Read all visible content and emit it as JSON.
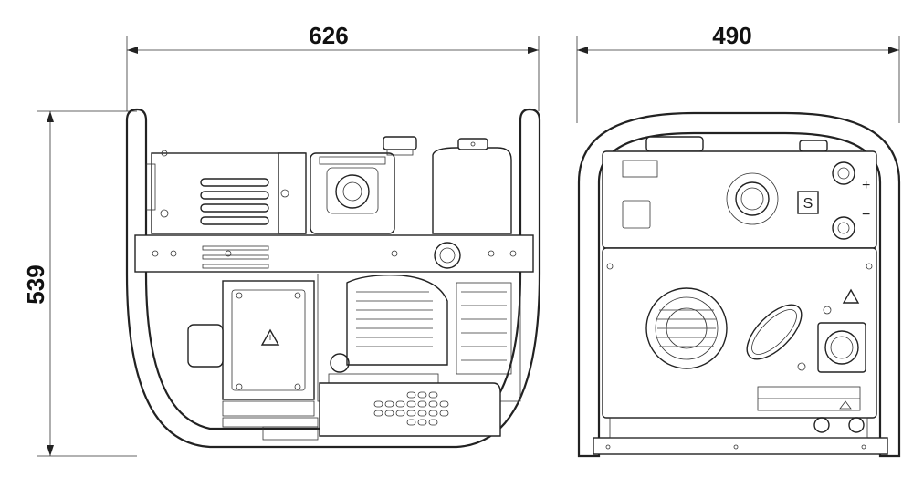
{
  "dimensions": {
    "length": "626",
    "width": "490",
    "height": "539"
  },
  "colors": {
    "line": "#222222",
    "background": "#ffffff"
  }
}
